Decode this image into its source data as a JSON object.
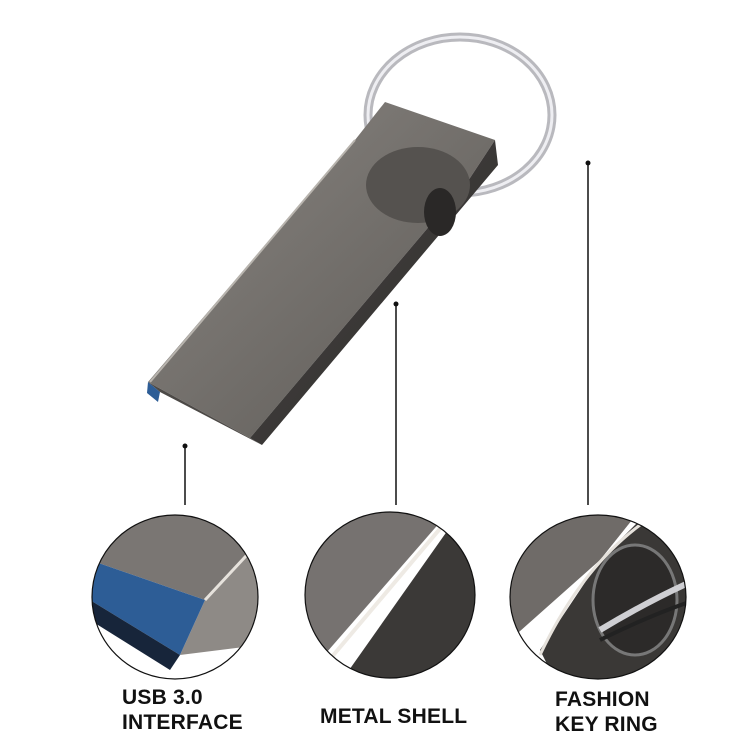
{
  "features": [
    {
      "line1": "USB 3.0",
      "line2": "INTERFACE"
    },
    {
      "line1": "METAL SHELL"
    },
    {
      "line1": "FASHION",
      "line2": "KEY RING"
    }
  ],
  "colors": {
    "metal": "#6e6a66",
    "metal_dark": "#3a3836",
    "usb_blue": "#2d5d96",
    "ring": "#c8c8cc"
  }
}
